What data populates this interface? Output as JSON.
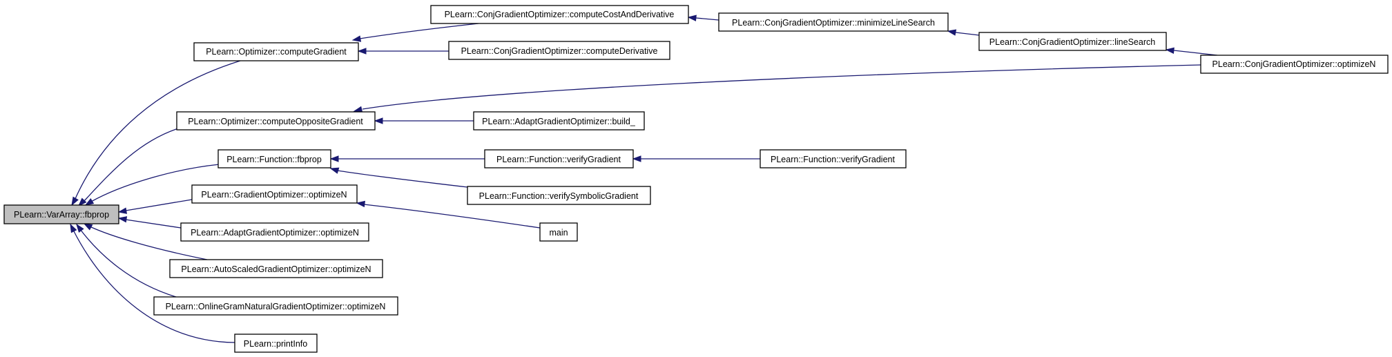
{
  "graph": {
    "colors": {
      "edge": "#191970",
      "node_border": "#000000",
      "root_fill": "#bfbfbf",
      "node_fill": "#ffffff",
      "background": "#ffffff"
    },
    "nodes": {
      "varArrayFbprop": {
        "label": "PLearn::VarArray::fbprop"
      },
      "optComputeGrad": {
        "label": "PLearn::Optimizer::computeGradient"
      },
      "optComputeOpp": {
        "label": "PLearn::Optimizer::computeOppositeGradient"
      },
      "funcFbprop": {
        "label": "PLearn::Function::fbprop"
      },
      "gradOptimizeN": {
        "label": "PLearn::GradientOptimizer::optimizeN"
      },
      "adaptOptimizeN": {
        "label": "PLearn::AdaptGradientOptimizer::optimizeN"
      },
      "autoOptimizeN": {
        "label": "PLearn::AutoScaledGradientOptimizer::optimizeN"
      },
      "onlineOptimizeN": {
        "label": "PLearn::OnlineGramNaturalGradientOptimizer::optimizeN"
      },
      "printInfo": {
        "label": "PLearn::printInfo"
      },
      "cgCostAndDeriv": {
        "label": "PLearn::ConjGradientOptimizer::computeCostAndDerivative"
      },
      "cgDeriv": {
        "label": "PLearn::ConjGradientOptimizer::computeDerivative"
      },
      "adaptBuild": {
        "label": "PLearn::AdaptGradientOptimizer::build_"
      },
      "funcVerifyGrad1": {
        "label": "PLearn::Function::verifyGradient"
      },
      "funcVerifySym": {
        "label": "PLearn::Function::verifySymbolicGradient"
      },
      "main": {
        "label": "main"
      },
      "cgMinLineSearch": {
        "label": "PLearn::ConjGradientOptimizer::minimizeLineSearch"
      },
      "funcVerifyGrad2": {
        "label": "PLearn::Function::verifyGradient"
      },
      "cgLineSearch": {
        "label": "PLearn::ConjGradientOptimizer::lineSearch"
      },
      "cgOptimizeN": {
        "label": "PLearn::ConjGradientOptimizer::optimizeN"
      }
    },
    "edges": [
      {
        "from": "optComputeGrad",
        "to": "varArrayFbprop"
      },
      {
        "from": "optComputeOpp",
        "to": "varArrayFbprop"
      },
      {
        "from": "funcFbprop",
        "to": "varArrayFbprop"
      },
      {
        "from": "gradOptimizeN",
        "to": "varArrayFbprop"
      },
      {
        "from": "adaptOptimizeN",
        "to": "varArrayFbprop"
      },
      {
        "from": "autoOptimizeN",
        "to": "varArrayFbprop"
      },
      {
        "from": "onlineOptimizeN",
        "to": "varArrayFbprop"
      },
      {
        "from": "printInfo",
        "to": "varArrayFbprop"
      },
      {
        "from": "cgCostAndDeriv",
        "to": "optComputeGrad"
      },
      {
        "from": "cgDeriv",
        "to": "optComputeGrad"
      },
      {
        "from": "cgOptimizeN",
        "to": "optComputeOpp"
      },
      {
        "from": "adaptBuild",
        "to": "optComputeOpp"
      },
      {
        "from": "funcVerifyGrad1",
        "to": "funcFbprop"
      },
      {
        "from": "funcVerifySym",
        "to": "funcFbprop"
      },
      {
        "from": "main",
        "to": "gradOptimizeN"
      },
      {
        "from": "cgMinLineSearch",
        "to": "cgCostAndDeriv"
      },
      {
        "from": "funcVerifyGrad2",
        "to": "funcVerifyGrad1"
      },
      {
        "from": "cgLineSearch",
        "to": "cgMinLineSearch"
      },
      {
        "from": "cgOptimizeN",
        "to": "cgLineSearch"
      }
    ]
  }
}
